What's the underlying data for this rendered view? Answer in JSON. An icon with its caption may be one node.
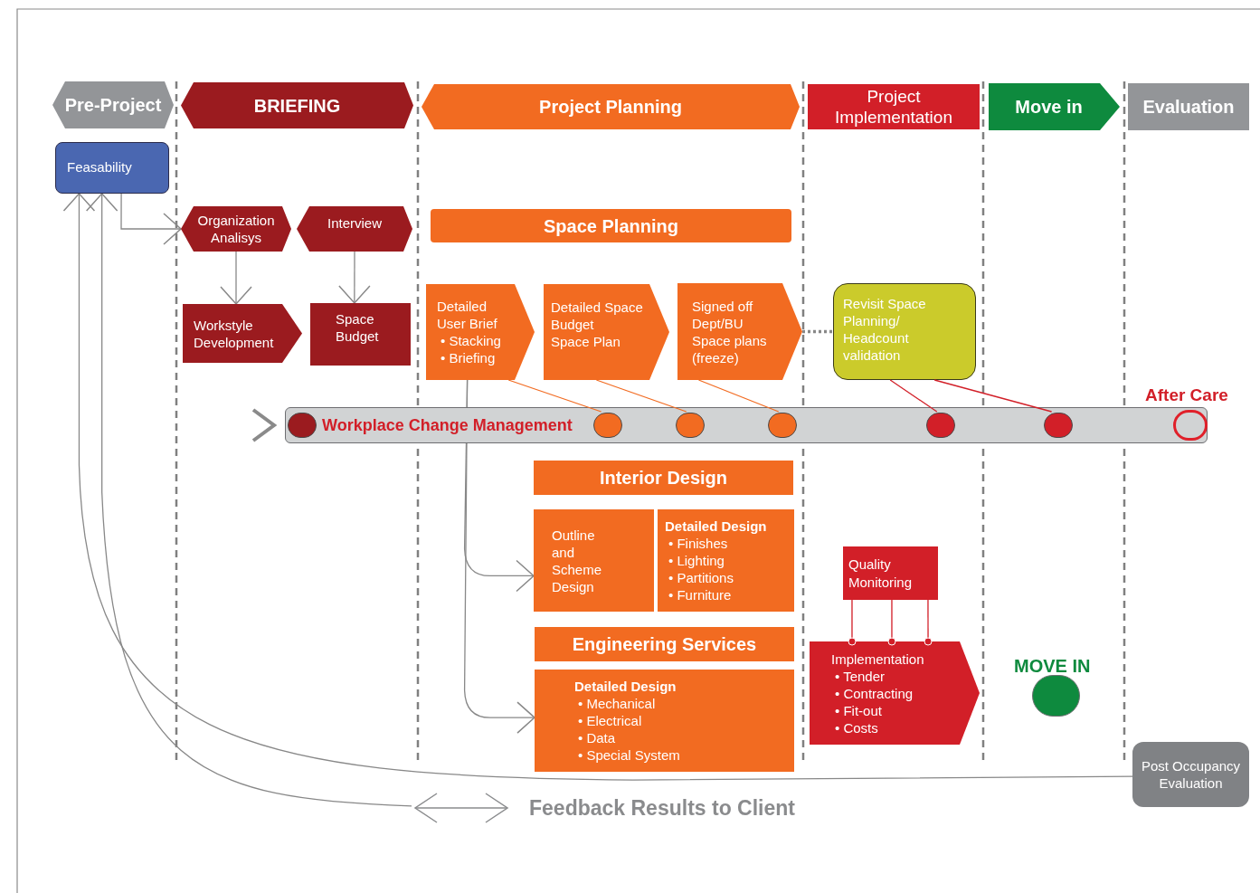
{
  "diagram": {
    "nodes": [
      {
        "text": [
          "Pre-Project"
        ]
      },
      {
        "text": [
          "BRIEFING"
        ]
      },
      {
        "text": [
          "Project Planning"
        ]
      },
      {
        "text": [
          "Project Implementation"
        ]
      },
      {
        "text": [
          "Move in"
        ]
      },
      {
        "text": [
          "Evaluation"
        ]
      },
      {
        "text": [
          "Feasability"
        ]
      },
      {
        "text": [
          "Organization Analisys"
        ]
      },
      {
        "text": [
          "Interview"
        ]
      },
      {
        "text": [
          "Workstyle Development"
        ]
      },
      {
        "text": [
          "Space Budget"
        ]
      },
      {
        "text": [
          "Space Planning"
        ]
      },
      {
        "text": [
          "Detailed User Brief",
          "• Stacking",
          "• Briefing"
        ]
      },
      {
        "text": [
          "Detailed Space Budget",
          "Space Plan"
        ]
      },
      {
        "text": [
          "Signed off Dept/BU Space plans (freeze)"
        ]
      },
      {
        "text": [
          "Revisit Space Planning/ Headcount validation"
        ]
      },
      {
        "text": [
          "Workplace Change Management"
        ]
      },
      {
        "text": [],
        "shape": "circle",
        "in": 16
      },
      {
        "text": [],
        "shape": "circle",
        "in": 16
      },
      {
        "text": [],
        "shape": "circle",
        "in": 16
      },
      {
        "text": [],
        "shape": "circle",
        "in": 16
      },
      {
        "text": [],
        "shape": "circle",
        "in": 16
      },
      {
        "text": [],
        "shape": "circle",
        "in": 16
      },
      {
        "text": [],
        "shape": "circle",
        "in": 16,
        "beside": [
          "After Care"
        ]
      },
      {
        "text": [
          "Interior Design"
        ]
      },
      {
        "text": [
          "Outline and Scheme Design"
        ]
      },
      {
        "text": [
          "Detailed Design",
          "• Finishes",
          "• Lighting",
          "• Partitions",
          "• Furniture"
        ]
      },
      {
        "text": [
          "Engineering Services"
        ]
      },
      {
        "text": [
          "Detailed Design",
          "• Mechanical",
          "• Electrical",
          "• Data",
          "• Special System"
        ]
      },
      {
        "text": [
          "Quality Monitoring"
        ]
      },
      {
        "text": [
          "Implementation",
          "• Tender",
          "• Contracting",
          "• Fit-out",
          "• Costs"
        ]
      },
      {
        "text": [],
        "shape": "circle",
        "beside": [
          "MOVE IN"
        ]
      },
      {
        "text": [
          "Post Occupancy Evaluation"
        ]
      },
      {
        "text": [
          "Feedback Results to Client"
        ]
      }
    ],
    "edges": [
      {
        "from": 6,
        "to": 7,
        "arrow": "to"
      },
      {
        "from": 7,
        "to": 9,
        "arrow": "to"
      },
      {
        "from": 8,
        "to": 10,
        "arrow": "to"
      },
      {
        "from": 14,
        "to": 15,
        "arrow": "none",
        "style": "dashed"
      },
      {
        "from": 12,
        "to": 18,
        "arrow": "none",
        "color": "#f26b21"
      },
      {
        "from": 13,
        "to": 19,
        "arrow": "none",
        "color": "#f26b21"
      },
      {
        "from": 14,
        "to": 20,
        "arrow": "none",
        "color": "#f26b21"
      },
      {
        "from": 15,
        "to": 21,
        "arrow": "none",
        "color": "#d21f28"
      },
      {
        "from": 15,
        "to": 22,
        "arrow": "none",
        "color": "#d21f28"
      },
      {
        "from": 12,
        "to": 25,
        "arrow": "to"
      },
      {
        "from": 12,
        "to": 28,
        "arrow": "to"
      },
      {
        "from": 29,
        "to": 30,
        "arrow": "other",
        "color": "#d21f28"
      },
      {
        "from": 29,
        "to": 30,
        "arrow": "other",
        "color": "#d21f28"
      },
      {
        "from": 29,
        "to": 30,
        "arrow": "other",
        "color": "#d21f28"
      },
      {
        "from": 32,
        "to": 6,
        "arrow": "to"
      },
      {
        "from": 33,
        "to": 6,
        "arrow": "to"
      },
      {
        "from": null,
        "to": 16,
        "arrow": "to",
        "style": "thick"
      }
    ]
  }
}
